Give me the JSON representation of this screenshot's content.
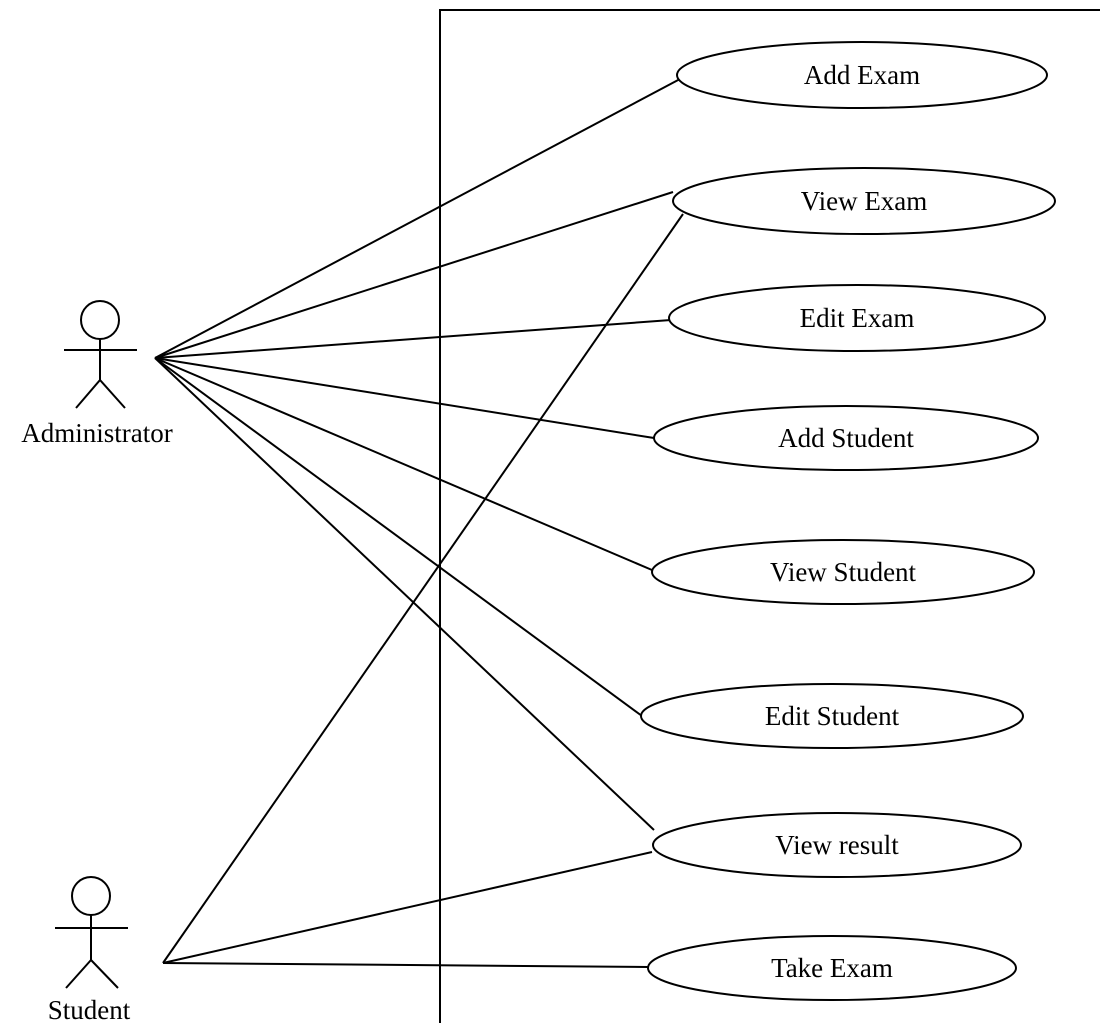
{
  "actors": {
    "administrator": {
      "label": "Administrator"
    },
    "student": {
      "label": "Student"
    }
  },
  "use_cases": {
    "add_exam": "Add Exam",
    "view_exam": "View Exam",
    "edit_exam": "Edit Exam",
    "add_student": "Add Student",
    "view_student": "View Student",
    "edit_student": "Edit Student",
    "view_result": "View result",
    "take_exam": "Take Exam"
  },
  "associations": [
    {
      "actor": "Administrator",
      "use_case": "Add Exam"
    },
    {
      "actor": "Administrator",
      "use_case": "View Exam"
    },
    {
      "actor": "Administrator",
      "use_case": "Edit Exam"
    },
    {
      "actor": "Administrator",
      "use_case": "Add Student"
    },
    {
      "actor": "Administrator",
      "use_case": "View Student"
    },
    {
      "actor": "Administrator",
      "use_case": "Edit Student"
    },
    {
      "actor": "Administrator",
      "use_case": "View result"
    },
    {
      "actor": "Student",
      "use_case": "View Exam"
    },
    {
      "actor": "Student",
      "use_case": "View result"
    },
    {
      "actor": "Student",
      "use_case": "Take Exam"
    }
  ]
}
